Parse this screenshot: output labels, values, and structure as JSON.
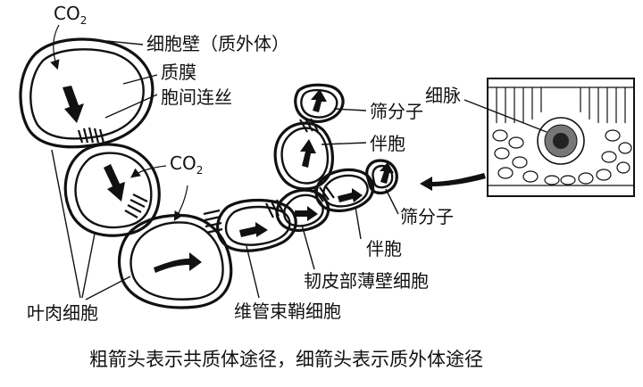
{
  "labels": {
    "co2_top": "CO",
    "co2_mid": "CO",
    "cell_wall": "细胞壁（质外体）",
    "plasma_membrane": "质膜",
    "plasmodesmata": "胞间连丝",
    "sieve_element_top": "筛分子",
    "companion_cell_top": "伴胞",
    "vein": "细脉",
    "sieve_element_bottom": "筛分子",
    "companion_cell_bottom": "伴胞",
    "phloem_parenchyma": "韧皮部薄壁细胞",
    "bundle_sheath": "维管束鞘细胞",
    "mesophyll": "叶肉细胞"
  },
  "subscript": "2",
  "caption": "粗箭头表示共质体途径，细箭头表示质外体途径"
}
